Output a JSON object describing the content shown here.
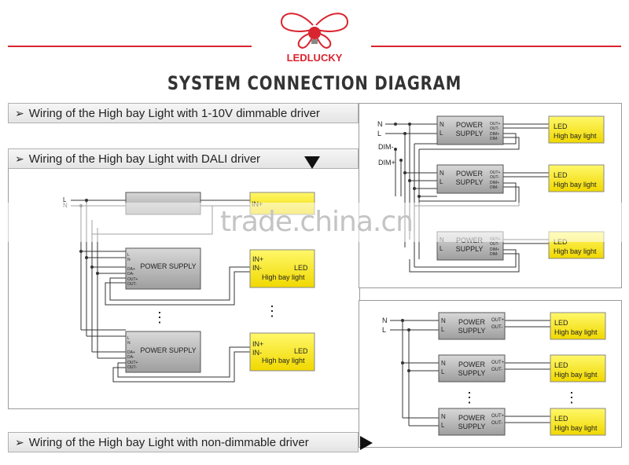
{
  "brand": {
    "name": "LEDLUCKY",
    "accent": "#d9252f",
    "logo_icon": "butterfly-bulb-icon"
  },
  "title": "SYSTEM CONNECTION DIAGRAM",
  "sections": {
    "dimmable": {
      "label": "Wiring of the High bay Light with 1-10V dimmable driver",
      "arrow": "➢"
    },
    "dali": {
      "label": "Wiring of the High bay Light with DALI driver",
      "arrow": "➢"
    },
    "nondim": {
      "label": "Wiring of the High bay Light with non-dimmable driver",
      "arrow": "➢"
    }
  },
  "labels": {
    "n": "N",
    "l": "L",
    "dim_minus": "DIM-",
    "dim_plus": "DIM+",
    "power": "POWER",
    "supply": "SUPPLY",
    "power_supply": "POWER SUPPLY",
    "out_plus": "OUT+",
    "out_minus": "OUT-",
    "dim_plus_small": "DIM+",
    "dim_minus_small": "DIM-",
    "da_plus": "DA+",
    "da_minus": "DA-",
    "led": "LED",
    "high_bay": "High bay light",
    "in_plus": "IN+",
    "in_minus": "IN-",
    "dots": "⋮"
  },
  "watermark": "trade.china.cn"
}
